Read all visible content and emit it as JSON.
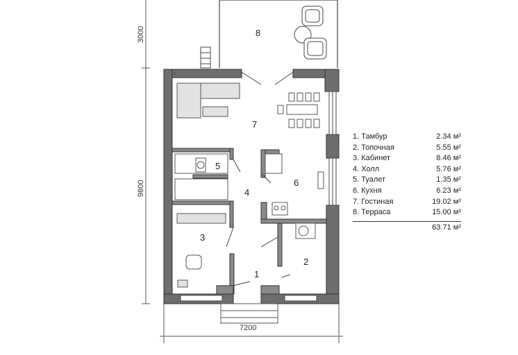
{
  "dimensions": {
    "top_side": "3000",
    "left_side": "9800",
    "bottom": "7200"
  },
  "room_numbers": [
    "1",
    "2",
    "3",
    "4",
    "5",
    "6",
    "7",
    "8"
  ],
  "legend": {
    "rooms": [
      {
        "name": "1. Тамбур",
        "area": "2.34 м²"
      },
      {
        "name": "2. Топочная",
        "area": "5.55 м²"
      },
      {
        "name": "3. Кабинет",
        "area": "8.46 м²"
      },
      {
        "name": "4. Холл",
        "area": "5.76 м²"
      },
      {
        "name": "5. Туалет",
        "area": "1.35 м²"
      },
      {
        "name": "6. Кухня",
        "area": "6.23 м²"
      },
      {
        "name": "7. Гостиная",
        "area": "19.02 м²"
      },
      {
        "name": "8. Терраса",
        "area": "15.00 м²"
      }
    ],
    "total": "63.71 м²"
  },
  "colors": {
    "wall": "#6e6e6e",
    "line": "#444444",
    "furniture": "#e2e2e2"
  }
}
